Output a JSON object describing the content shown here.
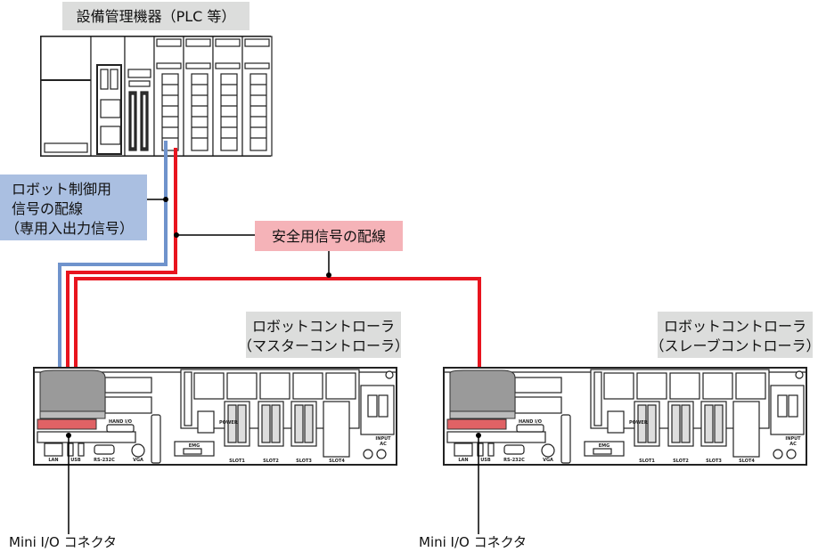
{
  "plc": {
    "label": "設備管理機器（PLC 等）"
  },
  "callouts": {
    "robot_signal": [
      "ロボット制御用",
      "信号の配線",
      "（専用入出力信号）"
    ],
    "safety_signal": "安全用信号の配線"
  },
  "controllers": {
    "master": {
      "line1": "ロボットコントローラ",
      "line2": "（マスターコントローラ）"
    },
    "slave": {
      "line1": "ロボットコントローラ",
      "line2": "（スレーブコントローラ）"
    }
  },
  "connector_label": "Mini I/O コネクタ",
  "panel": {
    "lan": "LAN",
    "usb": "USB",
    "rs232c": "RS-232C",
    "vga": "VGA",
    "hand_io": "HAND I/O",
    "emg": "EMG",
    "slot1": "SLOT1",
    "slot2": "SLOT2",
    "slot3": "SLOT3",
    "slot4": "SLOT4",
    "input": "INPUT",
    "ac": "AC",
    "power": "POWER"
  },
  "colors": {
    "robot_wire": "#6f93cc",
    "safety_wire": "#e8141e",
    "robot_box": "#aabfe1",
    "safety_box": "#f5b3b8",
    "label_box": "#dcdddc"
  }
}
